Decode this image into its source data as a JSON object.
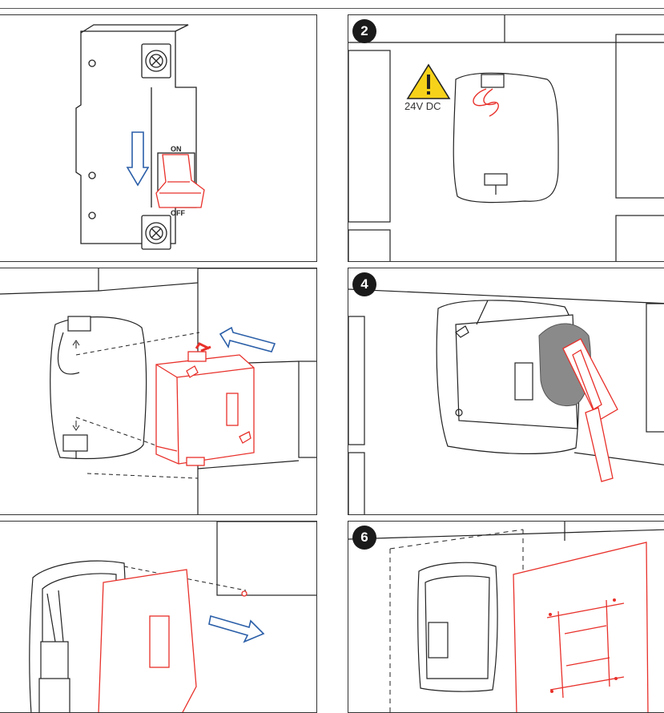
{
  "steps": [
    {
      "number": "",
      "labels": {
        "on": "ON",
        "off": "OFF"
      }
    },
    {
      "number": "2",
      "warning": "24V DC"
    },
    {
      "number": ""
    },
    {
      "number": "4"
    },
    {
      "number": ""
    },
    {
      "number": "6"
    }
  ],
  "colors": {
    "accent": "#e8302a",
    "arrow": "#2b5fa8",
    "warning": "#f6d21a"
  }
}
